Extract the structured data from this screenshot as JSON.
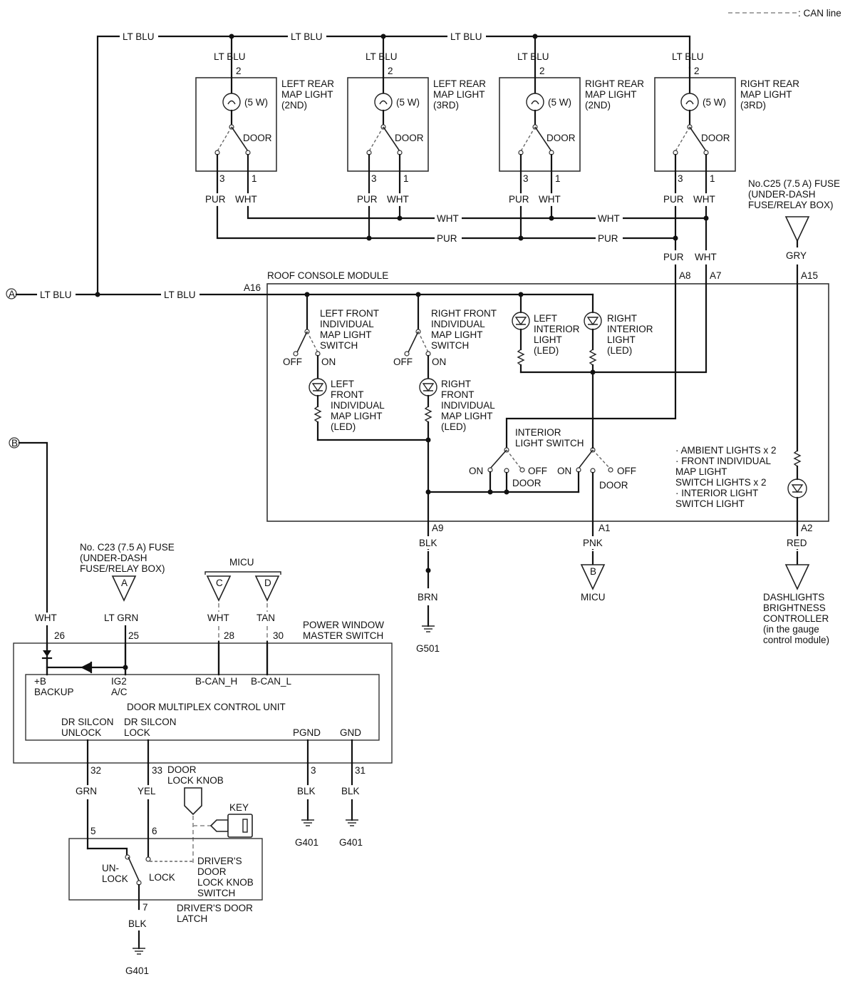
{
  "legend": {
    "can_line": ": CAN line"
  },
  "connectors": {
    "a": "A",
    "b": "B",
    "c": "C",
    "d": "D"
  },
  "wires": {
    "lt_blu": "LT BLU",
    "pur": "PUR",
    "wht": "WHT",
    "gry": "GRY",
    "blk": "BLK",
    "brn": "BRN",
    "pnk": "PNK",
    "red": "RED",
    "lt_grn": "LT GRN",
    "tan": "TAN",
    "grn": "GRN",
    "yel": "YEL"
  },
  "map_lights": [
    {
      "name": [
        "LEFT REAR",
        "MAP LIGHT",
        "(2ND)"
      ]
    },
    {
      "name": [
        "LEFT REAR",
        "MAP LIGHT",
        "(3RD)"
      ]
    },
    {
      "name": [
        "RIGHT REAR",
        "MAP LIGHT",
        "(2ND)"
      ]
    },
    {
      "name": [
        "RIGHT REAR",
        "MAP LIGHT",
        "(3RD)"
      ]
    }
  ],
  "map_light_common": {
    "watt": "(5 W)",
    "door": "DOOR",
    "pin2": "2",
    "pin3": "3",
    "pin1": "1"
  },
  "fuse_c25": [
    "No.C25 (7.5 A) FUSE",
    "(UNDER-DASH",
    "FUSE/RELAY BOX)"
  ],
  "roof_console": {
    "title": "ROOF CONSOLE MODULE",
    "pins": {
      "a16": "A16",
      "a8": "A8",
      "a7": "A7",
      "a15": "A15",
      "a9": "A9",
      "a1": "A1",
      "a2": "A2"
    },
    "lf_switch": [
      "LEFT FRONT",
      "INDIVIDUAL",
      "MAP LIGHT",
      "SWITCH"
    ],
    "rf_switch": [
      "RIGHT FRONT",
      "INDIVIDUAL",
      "MAP LIGHT",
      "SWITCH"
    ],
    "lf_led": [
      "LEFT",
      "FRONT",
      "INDIVIDUAL",
      "MAP LIGHT",
      "(LED)"
    ],
    "rf_led": [
      "RIGHT",
      "FRONT",
      "INDIVIDUAL",
      "MAP LIGHT",
      "(LED)"
    ],
    "left_interior": [
      "LEFT",
      "INTERIOR",
      "LIGHT",
      "(LED)"
    ],
    "right_interior": [
      "RIGHT",
      "INTERIOR",
      "LIGHT",
      "(LED)"
    ],
    "interior_switch": [
      "INTERIOR",
      "LIGHT SWITCH"
    ],
    "off": "OFF",
    "on": "ON",
    "door": "DOOR",
    "ambient": [
      "· AMBIENT LIGHTS x 2",
      "· FRONT INDIVIDUAL",
      "MAP LIGHT",
      "SWITCH LIGHTS x 2",
      "· INTERIOR LIGHT",
      "SWITCH LIGHT"
    ]
  },
  "grounds": {
    "g501": "G501",
    "g401": "G401"
  },
  "micu": "MICU",
  "dashlights": [
    "DASHLIGHTS",
    "BRIGHTNESS",
    "CONTROLLER",
    "(in the gauge",
    "control module)"
  ],
  "fuse_c23": [
    "No. C23 (7.5 A) FUSE",
    "(UNDER-DASH",
    "FUSE/RELAY BOX)"
  ],
  "pw_master": {
    "title": [
      "POWER WINDOW",
      "MASTER SWITCH"
    ],
    "pins": {
      "p26": "26",
      "p25": "25",
      "p28": "28",
      "p30": "30",
      "p32": "32",
      "p33": "33",
      "p3": "3",
      "p31": "31"
    },
    "dmcu": "DOOR MULTIPLEX CONTROL UNIT",
    "b_backup": [
      "+B",
      "BACKUP"
    ],
    "ig2": [
      "IG2",
      "A/C"
    ],
    "bcan_h": "B-CAN_H",
    "bcan_l": "B-CAN_L",
    "dr_unlock": [
      "DR SILCON",
      "UNLOCK"
    ],
    "dr_lock": [
      "DR SILCON",
      "LOCK"
    ],
    "pgnd": "PGND",
    "gnd": "GND"
  },
  "door_lock_knob": [
    "DOOR",
    "LOCK KNOB"
  ],
  "key": "KEY",
  "latch": {
    "title": [
      "DRIVER'S DOOR",
      "LATCH"
    ],
    "switch": [
      "DRIVER'S",
      "DOOR",
      "LOCK KNOB",
      "SWITCH"
    ],
    "unlock": [
      "UN-",
      "LOCK"
    ],
    "lock": "LOCK",
    "pins": {
      "p5": "5",
      "p6": "6",
      "p7": "7"
    }
  }
}
